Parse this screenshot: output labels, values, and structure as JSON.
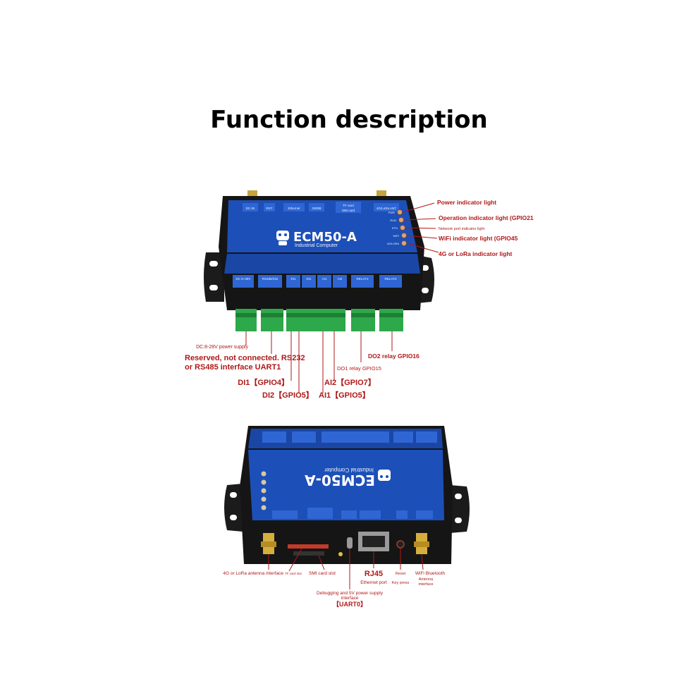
{
  "title": "Function description",
  "brand": {
    "model": "ECM50-A",
    "subtitle": "Industrial Computer"
  },
  "colors": {
    "label_red": "#b01818",
    "panel_blue": "#1d4fb8",
    "terminal_green": "#2da84a",
    "case_black": "#151515"
  },
  "top_view": {
    "top_ports": [
      "DC-IN",
      "RST",
      "Ethernet",
      "2000B",
      "TF card",
      "SIM card",
      "4G/LoRa ANT"
    ],
    "leds": [
      "PWR",
      "RUN",
      "ETH",
      "WIFI",
      "4G/LORA"
    ],
    "terminal_labels": [
      "DC 8~28V",
      "RS485/232",
      "DI1",
      "DI1",
      "AI1",
      "AI2",
      "RELAY1",
      "RELAY2"
    ],
    "callouts": {
      "power_led": "Power indicator light",
      "run_led": "Operation indicator light (GPIO21",
      "eth_led": "Network port indicator light",
      "wifi_led": "WiFi indicator light (GPIO45",
      "lora_led": "4G or LoRa indicator light",
      "dc": "DC:8-28V power supply",
      "reserved_1": "Reserved, not connected. RS232",
      "reserved_2": "or RS485 interface UART1",
      "do1": "DO1 relay GPIO15",
      "do2": "DO2 relay GPIO16",
      "di1": "DI1【GPIO4】",
      "ai2": "AI2【GPIO7】",
      "di2": "DI2【GPIO5】",
      "ai1": "AI1【GPIO5】"
    }
  },
  "bottom_view": {
    "callouts": {
      "ant": "4G or LoRa antenna interface",
      "tf": "TF card slot",
      "sim": "SMI card slot",
      "debug_1": "Debugging and 5V power supply",
      "debug_2": "interface",
      "uart": "【UART0】",
      "rj45": "RJ45",
      "eth_port": "Ethernet port",
      "reset": "Reset",
      "key": "Key press",
      "wifi_1": "WiFi Bluetooth",
      "wifi_2": "Antenna",
      "wifi_3": "interface"
    }
  }
}
